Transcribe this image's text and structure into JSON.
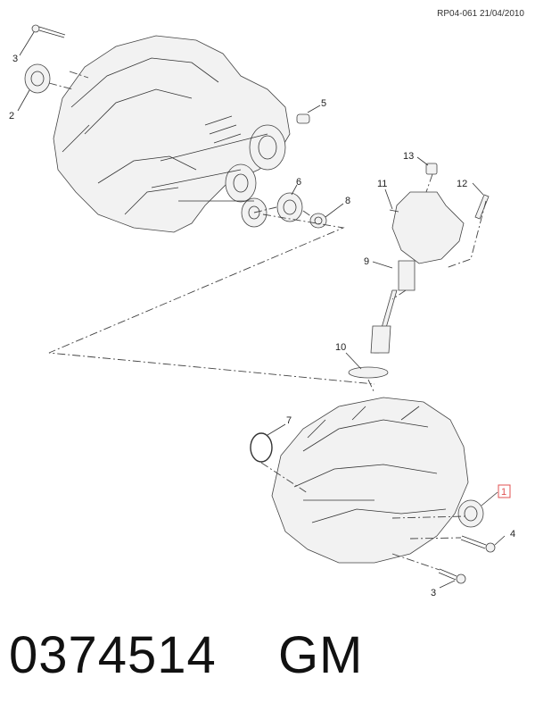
{
  "header": {
    "ref": "RP04-061 21/04/2010"
  },
  "callouts": [
    {
      "id": "3a",
      "label": "3"
    },
    {
      "id": "2",
      "label": "2"
    },
    {
      "id": "5",
      "label": "5"
    },
    {
      "id": "6",
      "label": "6"
    },
    {
      "id": "8",
      "label": "8"
    },
    {
      "id": "13",
      "label": "13"
    },
    {
      "id": "11",
      "label": "11"
    },
    {
      "id": "12",
      "label": "12"
    },
    {
      "id": "9",
      "label": "9"
    },
    {
      "id": "10",
      "label": "10"
    },
    {
      "id": "7",
      "label": "7"
    },
    {
      "id": "1",
      "label": "1",
      "highlight": true
    },
    {
      "id": "4",
      "label": "4"
    },
    {
      "id": "3b",
      "label": "3"
    }
  ],
  "caption": {
    "part_number": "0374514",
    "brand": "GM"
  },
  "colors": {
    "highlight": "#e05050",
    "line": "#444444"
  }
}
